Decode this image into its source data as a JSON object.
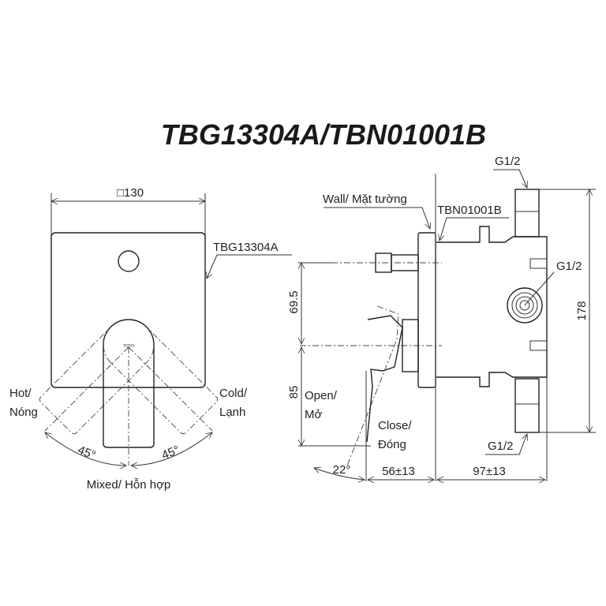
{
  "title": "TBG13304A/TBN01001B",
  "front_view": {
    "width_dim": "□130",
    "plate_label": "TBG13304A",
    "hot_label": [
      "Hot/",
      "Nóng"
    ],
    "cold_label": [
      "Cold/",
      "Lạnh"
    ],
    "angle_left": "45°",
    "angle_right": "45°",
    "mixed_label": "Mixed/ Hỗn hợp",
    "logo_text": "TOTO"
  },
  "side_view": {
    "wall_label": "Wall/ Mặt tường",
    "body_label": "TBN01001B",
    "top_port": "G1/2",
    "side_port": "G1/2",
    "bottom_port": "G1/2",
    "dim_upper": "69.5",
    "dim_lower": "85",
    "dim_height": "178",
    "open_label": [
      "Open/",
      "Mở"
    ],
    "close_label": [
      "Close/",
      "Đóng"
    ],
    "angle": "22°",
    "dim_front": "56±13",
    "dim_back": "97±13"
  }
}
